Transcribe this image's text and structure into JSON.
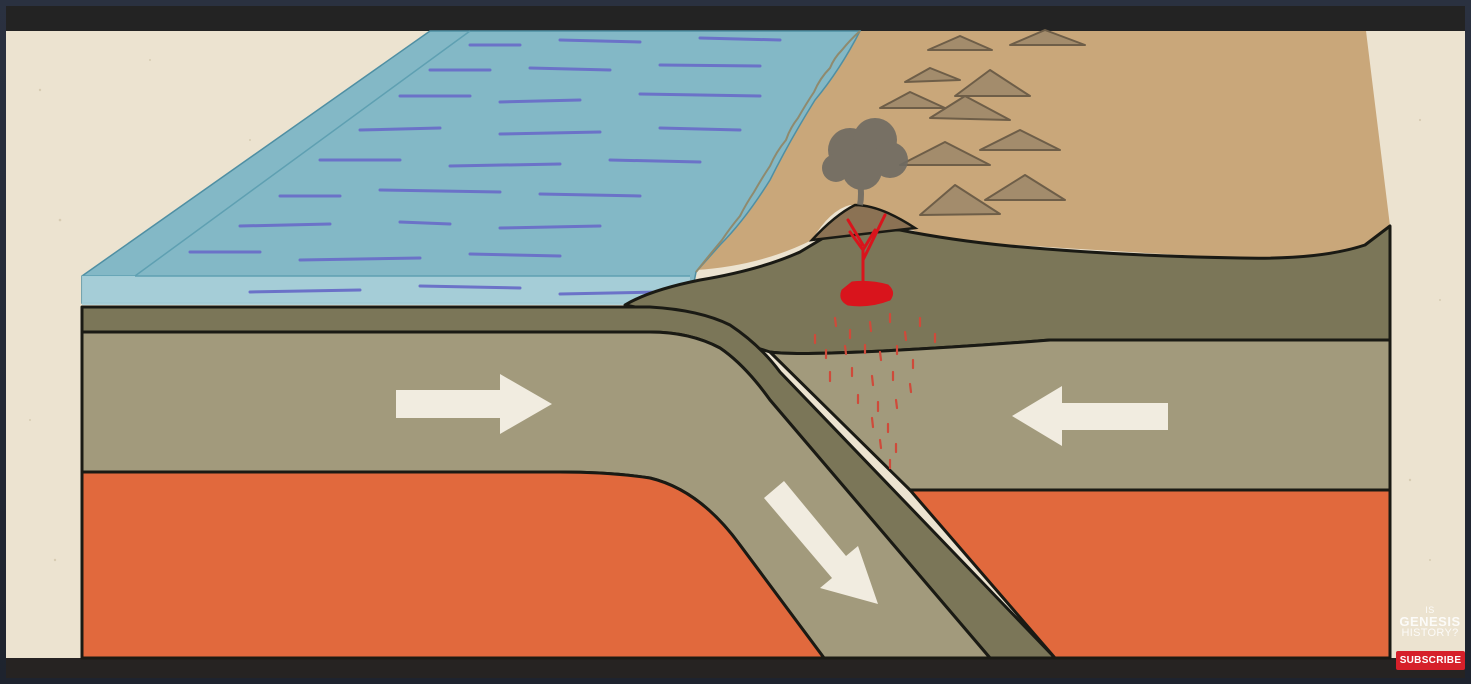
{
  "watermark": {
    "line1": "IS",
    "line2": "GENESIS",
    "line3": "HISTORY?"
  },
  "subscribe": {
    "label": "SUBSCRIBE"
  },
  "colors": {
    "background_paper": "#ece3d0",
    "ocean": "#7fb4c4",
    "continent_sand": "#c9a77a",
    "crust_dark": "#7b7658",
    "crust_light": "#a29a7c",
    "mantle": "#e1693d",
    "magma": "#d9141c",
    "arrow": "#f1ece0",
    "frame_bar": "#232323",
    "subscribe": "#d6202a"
  },
  "icons": {
    "arrows": [
      "right-arrow-icon",
      "left-arrow-icon",
      "down-right-arrow-icon"
    ],
    "volcano": "volcano-icon",
    "ash_cloud": "ash-cloud-icon"
  }
}
